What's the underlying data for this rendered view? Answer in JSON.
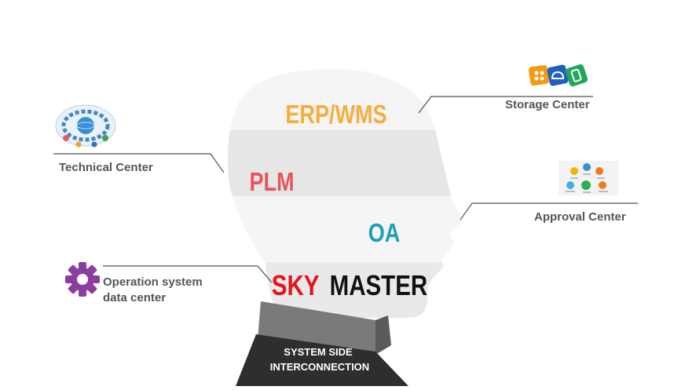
{
  "head_segments": {
    "erp": {
      "label": "ERP/WMS",
      "color": "#f7ad3c"
    },
    "plm": {
      "label": "PLM",
      "color": "#e8545c"
    },
    "oa": {
      "label": "OA",
      "color": "#1e9fb8"
    },
    "brand": {
      "part1": "SKY",
      "part1_color": "#e4141c",
      "part2": "MASTER",
      "part2_color": "#111111"
    }
  },
  "neck": {
    "line1": "SYSTEM SIDE",
    "line2": "INTERCONNECTION"
  },
  "centers": {
    "storage": {
      "label": "Storage Center",
      "icon": "app-tiles-icon"
    },
    "technical": {
      "label": "Technical Center",
      "icon": "globe-cluster-icon"
    },
    "approval": {
      "label": "Approval Center",
      "icon": "app-grid-icon"
    },
    "operation": {
      "line1": "Operation system",
      "line2": "data center",
      "icon": "gear-icon"
    }
  },
  "colors": {
    "label_text": "#555555",
    "leader_line": "#6e6e6e",
    "gear": "#8a3fa0",
    "neck_light": "#7a7a7a",
    "neck_dark": "#2e2e2e",
    "band_light": "#f5f5f5",
    "band_dark": "#e6e6e6"
  }
}
